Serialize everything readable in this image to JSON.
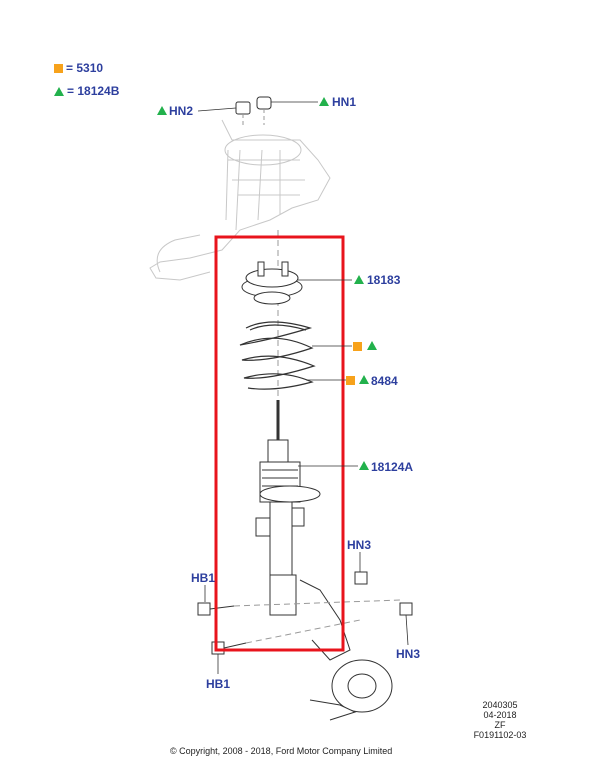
{
  "legend": {
    "square_code": "= 5310",
    "triangle_code": "= 18124B"
  },
  "callouts": {
    "hn1": "HN1",
    "hn2": "HN2",
    "hn3_top": "HN3",
    "hn3_bottom": "HN3",
    "hb1_top": "HB1",
    "hb1_bottom": "HB1",
    "mount": "18183",
    "spring": "",
    "seat": "8484",
    "strut": "18124A"
  },
  "meta": {
    "line1": "2040305",
    "line2": "04-2018",
    "line3": "ZF",
    "line4": "F0191102-03"
  },
  "copyright": "© Copyright, 2008 - 2018, Ford Motor Company Limited",
  "colors": {
    "highlight_box": "#e8141c",
    "label_blue": "#2d3f9e",
    "triangle_green": "#22b14c",
    "square_orange": "#f7a21b"
  },
  "icons": [
    "triangle-icon",
    "square-icon"
  ]
}
